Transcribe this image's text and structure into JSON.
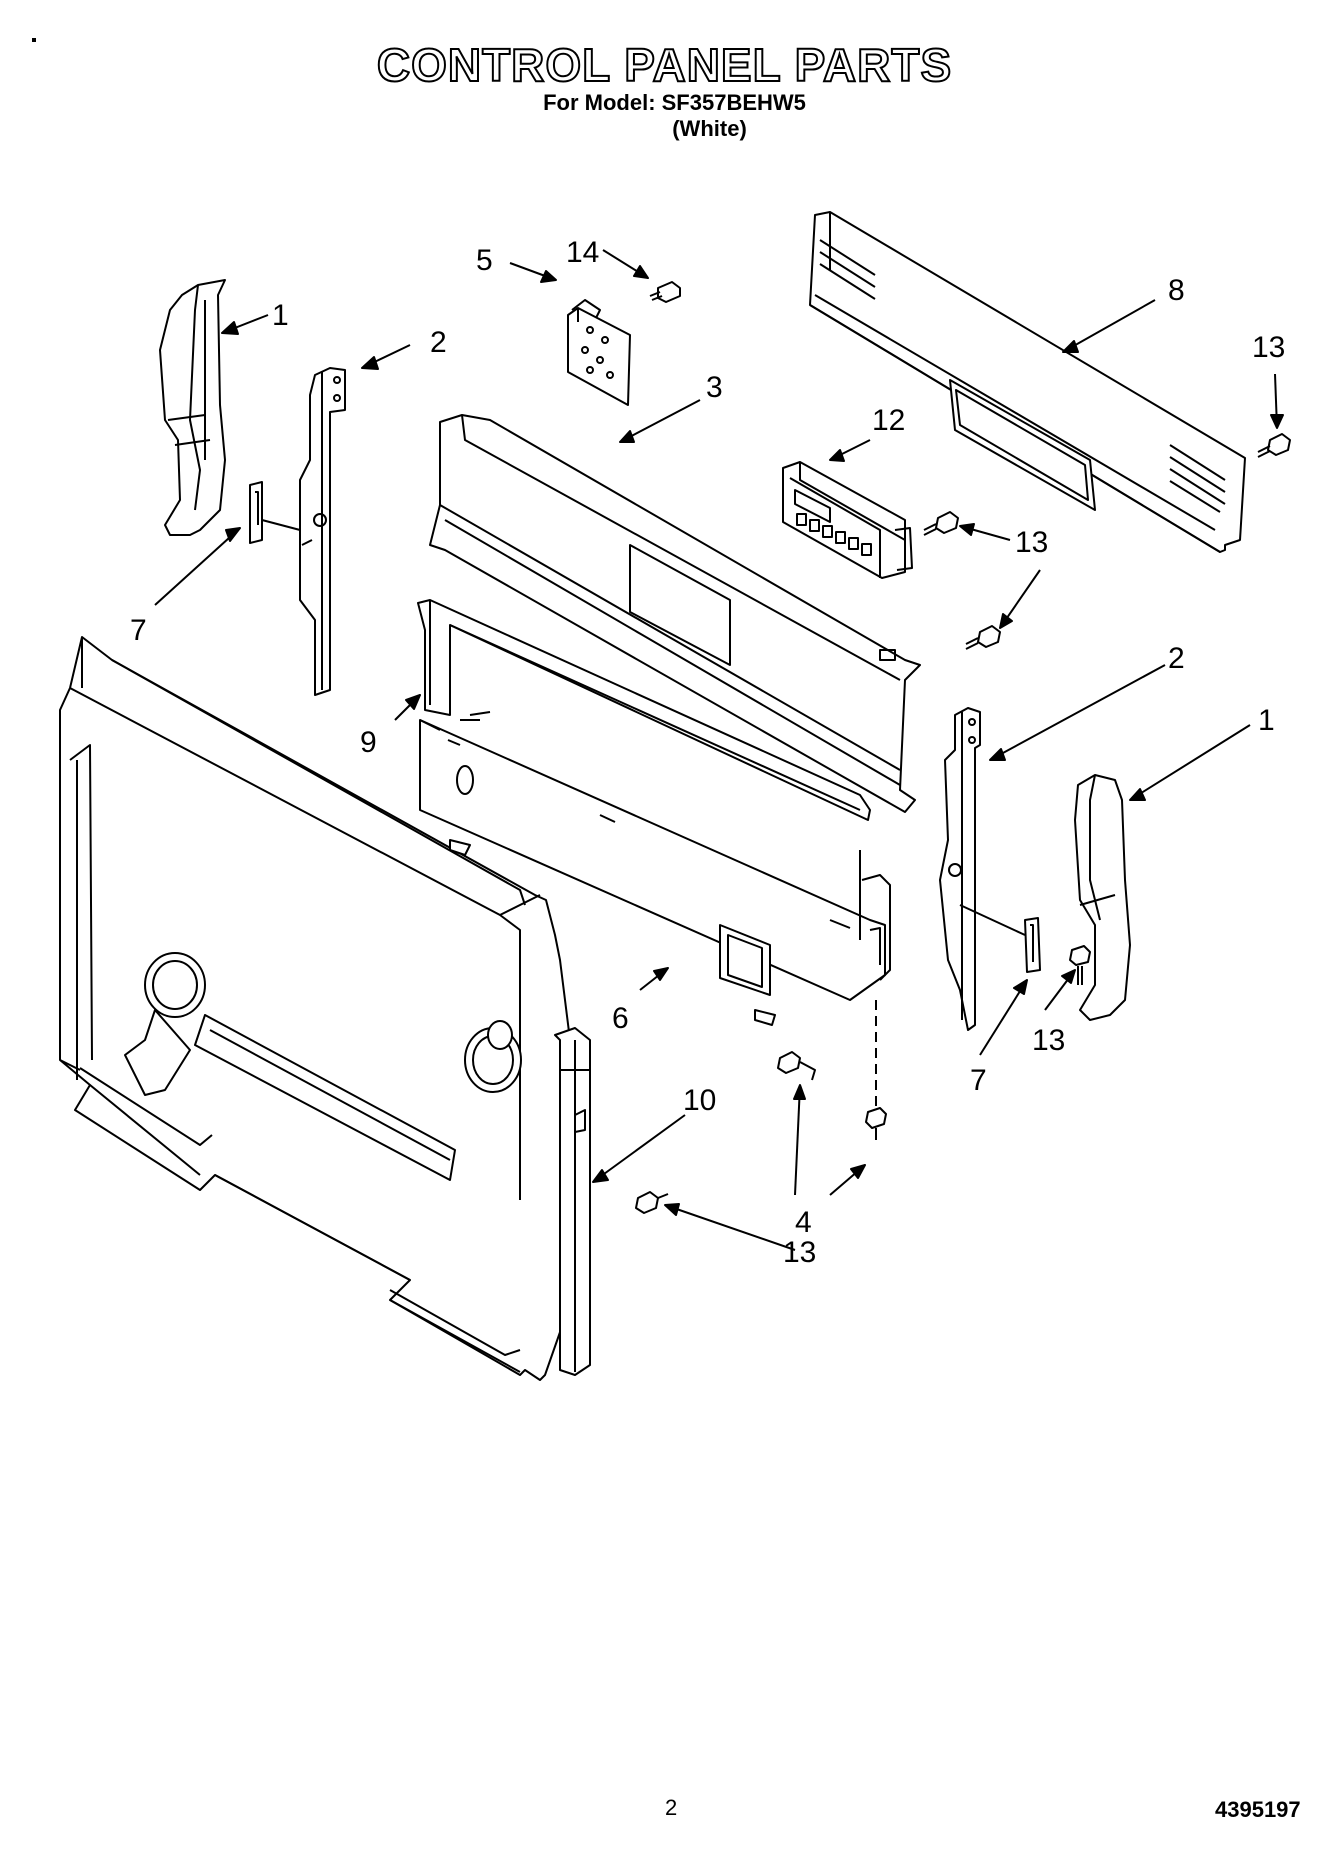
{
  "header": {
    "title": "CONTROL PANEL PARTS",
    "model_line": "For Model: SF357BEHW5",
    "color_line": "(White)"
  },
  "callouts": {
    "c1": "1",
    "c2": "2",
    "c3": "3",
    "c4": "4",
    "c5": "5",
    "c6": "6",
    "c7": "7",
    "c8": "8",
    "c9": "9",
    "c10": "10",
    "c12": "12",
    "c13": "13",
    "c14": "14"
  },
  "footer": {
    "page_number": "2",
    "document_number": "4395197"
  }
}
